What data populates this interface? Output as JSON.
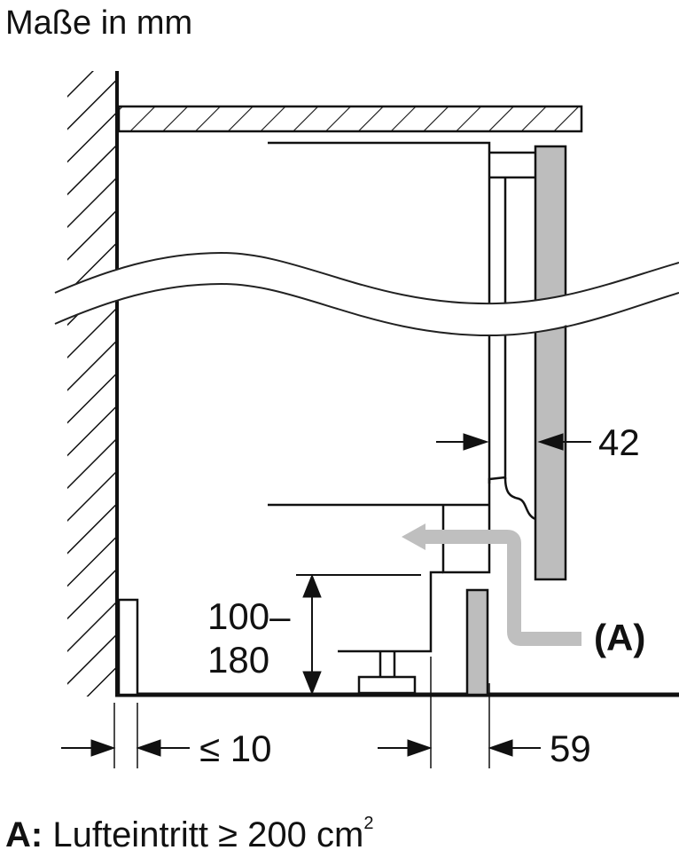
{
  "title": "Maße in mm",
  "legend": {
    "key": "A:",
    "text": "Lufteintritt ≥ 200 cm",
    "superscript": "2"
  },
  "labels": {
    "airflow": "(A)",
    "panel_depth": "42",
    "plinth_height_line1": "100–",
    "plinth_height_line2": "180",
    "wall_gap": "≤ 10",
    "plinth_setback": "59"
  },
  "colors": {
    "line": "#111111",
    "panel_fill": "#bdbdbd",
    "airflow_arrow": "#bfbfbf",
    "background": "#ffffff"
  }
}
